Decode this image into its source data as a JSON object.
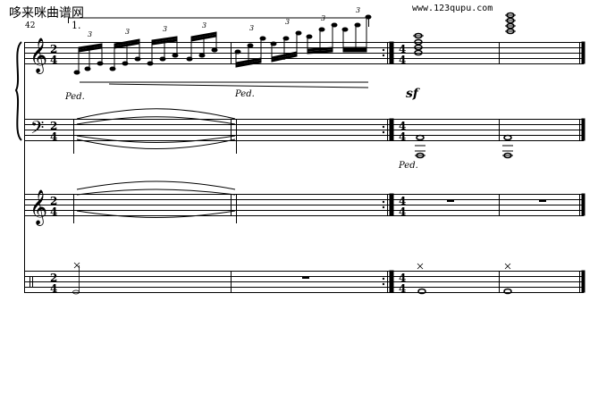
{
  "header": {
    "site_title": "哆来咪曲谱网",
    "site_url": "www.123qupu.com"
  },
  "score": {
    "measure_number": "42",
    "volta_label": "1.",
    "tuplet_label": "3",
    "dynamic": "sf",
    "pedal_mark": "Ped.",
    "staves": [
      {
        "name": "piano-right-hand",
        "clef": "treble",
        "time_sig_start": [
          "2",
          "4"
        ],
        "time_sig_change": [
          "4",
          "4"
        ]
      },
      {
        "name": "piano-left-hand",
        "clef": "bass",
        "time_sig_start": [
          "2",
          "4"
        ],
        "time_sig_change": [
          "4",
          "4"
        ]
      },
      {
        "name": "instrument-treble",
        "clef": "treble",
        "time_sig_start": [
          "2",
          "4"
        ],
        "time_sig_change": [
          "4",
          "4"
        ]
      },
      {
        "name": "percussion",
        "clef": "percussion",
        "time_sig_start": [
          "2",
          "4"
        ],
        "time_sig_change": [
          "4",
          "4"
        ]
      }
    ],
    "colors": {
      "ink": "#000000",
      "background": "#ffffff"
    }
  }
}
